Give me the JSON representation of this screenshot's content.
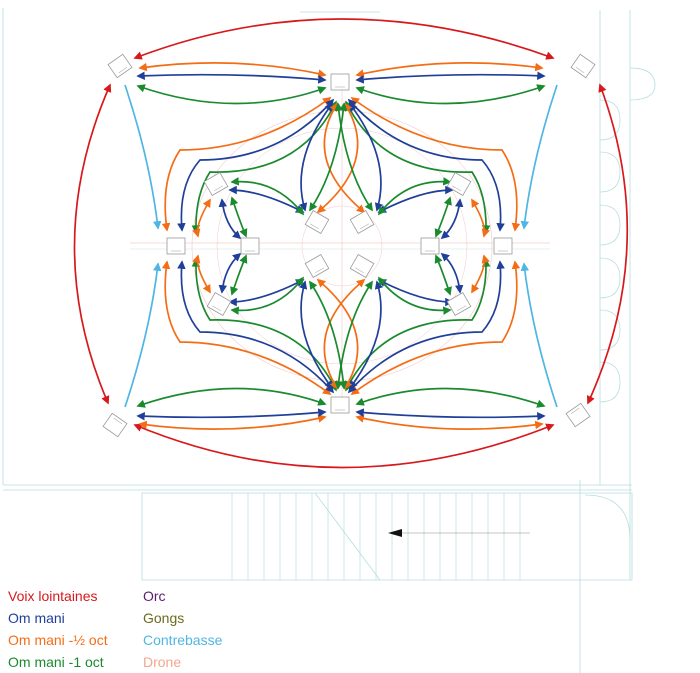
{
  "legend": {
    "left": [
      {
        "label": "Voix lointaines",
        "color": "#d7191c"
      },
      {
        "label": "Om mani",
        "color": "#1f3f99"
      },
      {
        "label": "Om mani -½ oct",
        "color": "#f46d15"
      },
      {
        "label": "Om mani -1 oct",
        "color": "#1a8a2e"
      }
    ],
    "right": [
      {
        "label": "Orc",
        "color": "#5a1d6e"
      },
      {
        "label": "Gongs",
        "color": "#6b6a1f"
      },
      {
        "label": "Contrebasse",
        "color": "#4fb6e3"
      },
      {
        "label": "Drone",
        "color": "#f2a78c"
      }
    ]
  },
  "colors": {
    "voix": "#d7191c",
    "om": "#1f3f99",
    "half": "#f46d15",
    "oct": "#1a8a2e",
    "contrebasse": "#4fb6e3",
    "drone": "#f2a78c",
    "plan": "#b7dde0",
    "speaker": "#9a9a9a"
  }
}
